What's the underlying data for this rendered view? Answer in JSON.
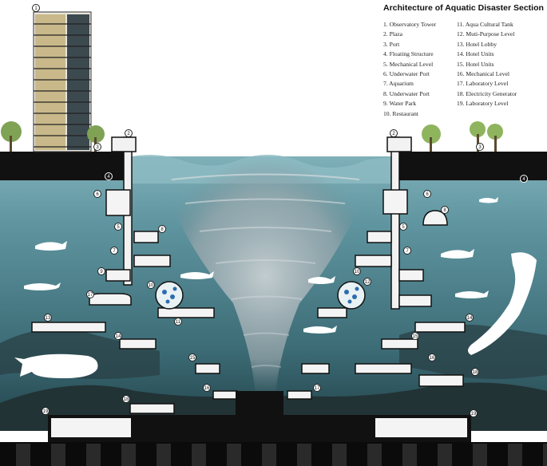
{
  "title": "Architecture of Aquatic Disaster Section",
  "legend_left": [
    "1. Observatory Tower",
    "2. Plaza",
    "3. Port",
    "4. Floating Structure",
    "5. Mechanical Level",
    "6. Underwater Port",
    "7. Aquarium",
    "8. Underwater Port",
    "9. Water Park",
    "10. Restaurant"
  ],
  "legend_right": [
    "11. Aqua Cultural Tank",
    "12. Muti-Purpose Level",
    "13. Hotel Lobby",
    "14. Hotel Units",
    "15. Hotel Units",
    "16. Mechanical Level",
    "17. Laboratory Level",
    "18. Electricity Generator",
    "19. Laboratory Level"
  ],
  "markers": [
    "1",
    "2",
    "2",
    "3",
    "3",
    "4",
    "4",
    "5",
    "5",
    "6",
    "6",
    "7",
    "7",
    "8",
    "8",
    "9",
    "10",
    "10",
    "11",
    "12",
    "13",
    "14",
    "14",
    "15",
    "15",
    "16",
    "16",
    "17",
    "17",
    "18",
    "18",
    "19",
    "19"
  ],
  "colors": {
    "sky": "#ffffff",
    "water_top": "#5f95a0",
    "water_deep": "#2f5963",
    "seabed": "#1c2a2c",
    "structure": "#111111",
    "vortex": "#9aa7ac"
  }
}
